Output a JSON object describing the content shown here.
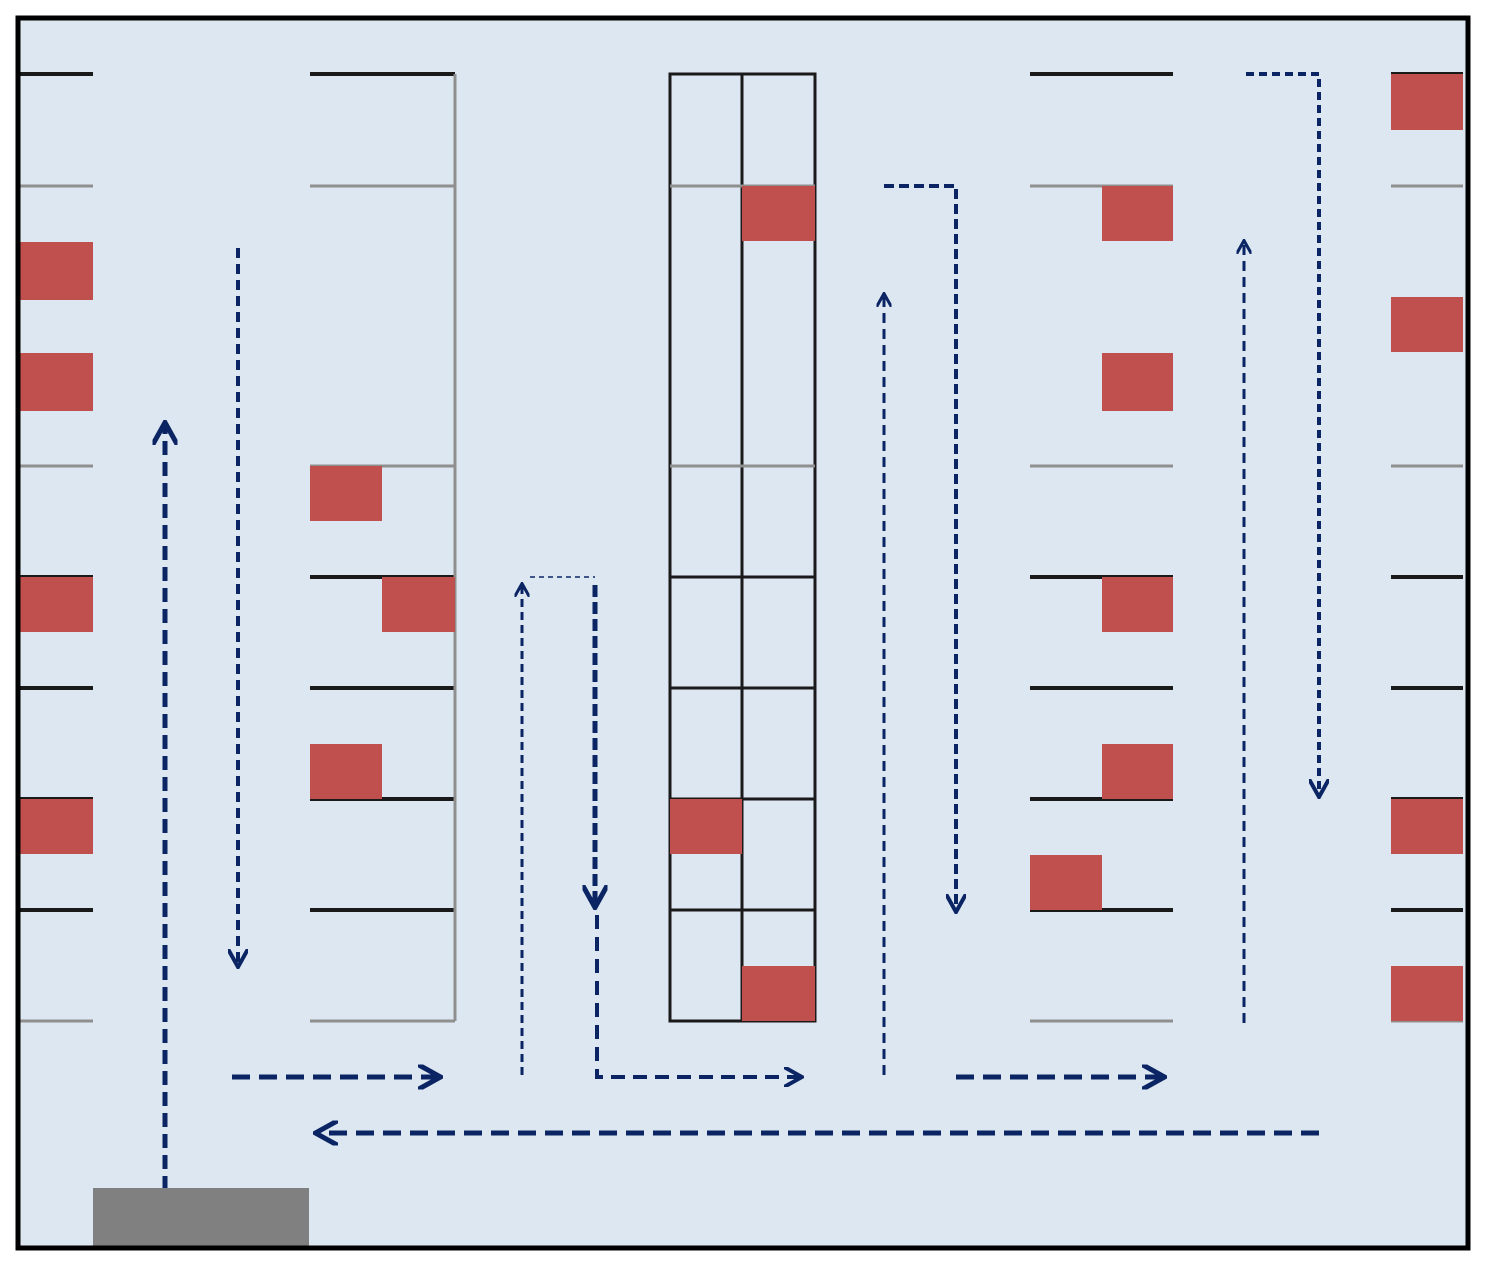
{
  "diagram": {
    "kind": "warehouse-picking-route",
    "colors": {
      "floor": "#dde7f1",
      "border": "#000000",
      "shelf_line_dark": "#1a1a1a",
      "shelf_line_light": "#8f8f8f",
      "pick_location": "#c0504d",
      "route": "#0b2464",
      "depot": "#808080"
    },
    "shelf_blocks": [
      {
        "id": "block-1",
        "slots": 9
      },
      {
        "id": "block-2",
        "slots": 9
      },
      {
        "id": "block-3-left",
        "slots": 9
      },
      {
        "id": "block-3-right",
        "slots": 9
      },
      {
        "id": "block-4",
        "slots": 9
      },
      {
        "id": "block-5",
        "slots": 9
      }
    ],
    "pick_locations": [
      {
        "block": "block-1",
        "slot": 2
      },
      {
        "block": "block-1",
        "slot": 3
      },
      {
        "block": "block-1",
        "slot": 5
      },
      {
        "block": "block-1",
        "slot": 7
      },
      {
        "block": "block-2",
        "slot": 4,
        "side": "left"
      },
      {
        "block": "block-2",
        "slot": 5,
        "side": "right"
      },
      {
        "block": "block-2",
        "slot": 6,
        "side": "left"
      },
      {
        "block": "block-3-right",
        "slot": 1
      },
      {
        "block": "block-3-left",
        "slot": 7
      },
      {
        "block": "block-3-right",
        "slot": 8
      },
      {
        "block": "block-4",
        "slot": 1,
        "side": "right"
      },
      {
        "block": "block-4",
        "slot": 2,
        "side": "right"
      },
      {
        "block": "block-4",
        "slot": 5,
        "side": "right"
      },
      {
        "block": "block-4",
        "slot": 6,
        "side": "right"
      },
      {
        "block": "block-4",
        "slot": 7,
        "side": "left"
      },
      {
        "block": "block-5",
        "slot": 0
      },
      {
        "block": "block-5",
        "slot": 2
      },
      {
        "block": "block-5",
        "slot": 7
      },
      {
        "block": "block-5",
        "slot": 8
      }
    ],
    "route_segment_count": 14,
    "depot": {
      "label": ""
    }
  }
}
